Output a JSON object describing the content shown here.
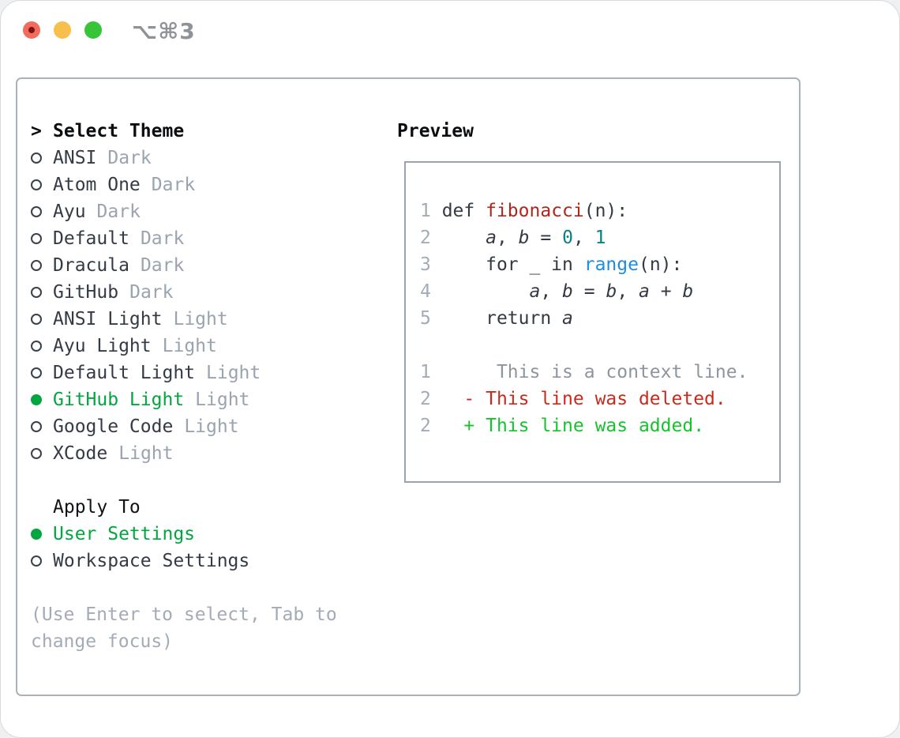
{
  "window": {
    "title": "⌥⌘3"
  },
  "colors": {
    "accent_green": "#00a63e",
    "diff_added_green": "#17c22e",
    "diff_deleted_red": "#c92a1d",
    "function_red": "#ad271c",
    "number_teal": "#0b7f87",
    "builtin_blue": "#1d8ede",
    "muted_gray": "#9aa3b0",
    "panel_border": "#aab2bb",
    "traffic_red": "#f16c5d",
    "traffic_yellow": "#f7bf4b",
    "traffic_green": "#37c439"
  },
  "theme_list": {
    "prompt": ">",
    "header": "Select Theme",
    "items": [
      {
        "name": "ANSI",
        "variant": "Dark",
        "selected": false
      },
      {
        "name": "Atom One",
        "variant": "Dark",
        "selected": false
      },
      {
        "name": "Ayu",
        "variant": "Dark",
        "selected": false
      },
      {
        "name": "Default",
        "variant": "Dark",
        "selected": false
      },
      {
        "name": "Dracula",
        "variant": "Dark",
        "selected": false
      },
      {
        "name": "GitHub",
        "variant": "Dark",
        "selected": false
      },
      {
        "name": "ANSI Light",
        "variant": "Light",
        "selected": false
      },
      {
        "name": "Ayu Light",
        "variant": "Light",
        "selected": false
      },
      {
        "name": "Default Light",
        "variant": "Light",
        "selected": false
      },
      {
        "name": "GitHub Light",
        "variant": "Light",
        "selected": true
      },
      {
        "name": "Google Code",
        "variant": "Light",
        "selected": false
      },
      {
        "name": "XCode",
        "variant": "Light",
        "selected": false
      }
    ]
  },
  "apply_to": {
    "header": "Apply To",
    "items": [
      {
        "name": "User Settings",
        "selected": true
      },
      {
        "name": "Workspace Settings",
        "selected": false
      }
    ]
  },
  "help": {
    "line1": "(Use Enter to select, Tab to",
    "line2": "change focus)"
  },
  "preview": {
    "header": "Preview",
    "code": {
      "l1": {
        "n": "1",
        "s1": " def ",
        "s2": "fibonacci",
        "s3": "(n):"
      },
      "l2": {
        "n": "2",
        "s1": "     ",
        "s2": "a",
        "s3": ", ",
        "s4": "b",
        "s5": " = ",
        "s6": "0",
        "s7": ", ",
        "s8": "1"
      },
      "l3": {
        "n": "3",
        "s1": "     for _ in ",
        "s2": "range",
        "s3": "(n):"
      },
      "l4": {
        "n": "4",
        "s1": "         ",
        "s2": "a",
        "s3": ", ",
        "s4": "b",
        "s5": " = ",
        "s6": "b",
        "s7": ", ",
        "s8": "a",
        "s9": " + ",
        "s10": "b"
      },
      "l5": {
        "n": "5",
        "s1": "     return ",
        "s2": "a"
      }
    },
    "diff": {
      "l1": {
        "n": "1",
        "t": "      This is a context line."
      },
      "l2": {
        "n": "2",
        "t": "   - This line was deleted."
      },
      "l3": {
        "n": "2",
        "t": "   + This line was added."
      }
    }
  }
}
